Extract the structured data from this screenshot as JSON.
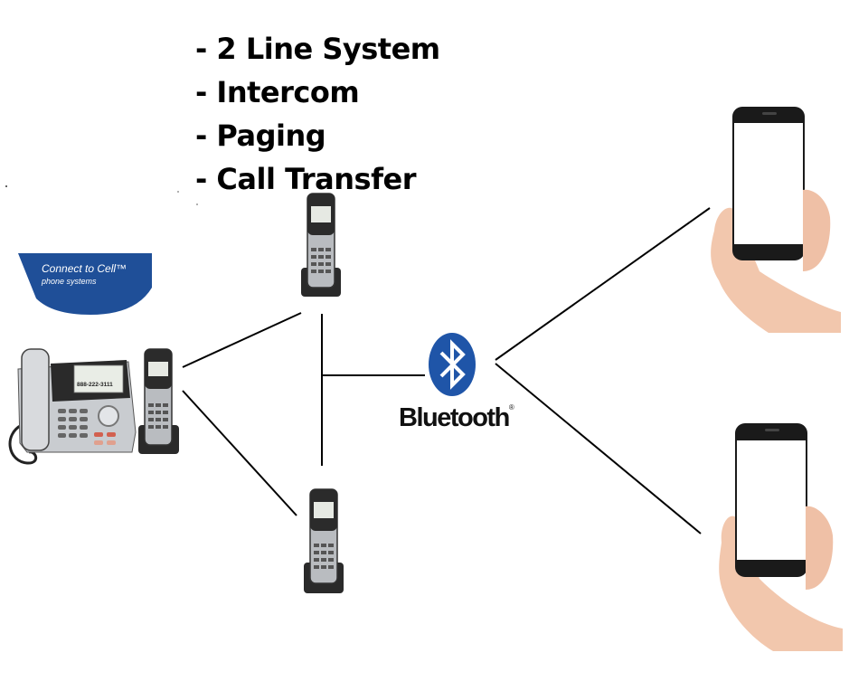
{
  "features": [
    "- 2 Line System",
    "- Intercom",
    "- Paging",
    "- Call Transfer"
  ],
  "banner": {
    "line1": "Connect to Cell™",
    "line2": "phone systems"
  },
  "bluetooth": {
    "label": "Bluetooth",
    "mark": "®"
  },
  "base_display": {
    "number": "888-222-3111"
  },
  "colors": {
    "banner_blue": "#1f4f98",
    "bluetooth_blue": "#1f55a8",
    "handset_silver": "#b9bcc0",
    "handset_dark": "#2b2b2b",
    "skin": "#f2c7ad"
  }
}
